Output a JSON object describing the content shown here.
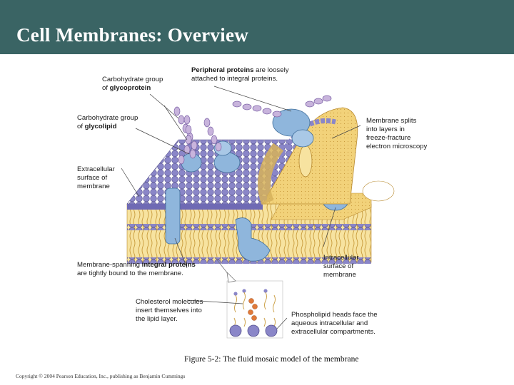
{
  "slide": {
    "title": "Cell Membranes: Overview",
    "caption": "Figure 5-2: The fluid mosaic model of the membrane",
    "copyright": "Copyright © 2004 Pearson Education, Inc., publishing as Benjamin Cummings"
  },
  "labels": {
    "carb_glycoprotein": [
      "Carbohydrate group",
      "of ",
      "glycoprotein"
    ],
    "peripheral": [
      "Peripheral proteins",
      " are loosely",
      "attached to integral proteins."
    ],
    "carb_glycolipid": [
      "Carbohydrate group",
      "of ",
      "glycolipid"
    ],
    "membrane_splits": [
      "Membrane splits",
      "into layers in",
      "freeze-fracture",
      "electron microscopy"
    ],
    "extracellular": [
      "Extracellular",
      "surface of",
      "membrane"
    ],
    "integral": [
      "Membrane-spanning ",
      "integral proteins",
      "are tightly bound to the membrane."
    ],
    "intracellular": [
      "Intracellular",
      "surface of",
      "membrane"
    ],
    "cholesterol": [
      "Cholesterol molecules",
      "insert themselves into",
      "the lipid layer."
    ],
    "phospholipid": [
      "Phospholipid heads face the",
      "aqueous intracellular and",
      "extracellular compartments."
    ]
  },
  "colors": {
    "title_bar": "#3a6464",
    "phospholipid_head": "#8a86c8",
    "lipid_layer": "#f2d27a",
    "protein": "#8fb6dc",
    "carbohydrate": "#c8b4dc",
    "cholesterol": "#e07a3a"
  }
}
